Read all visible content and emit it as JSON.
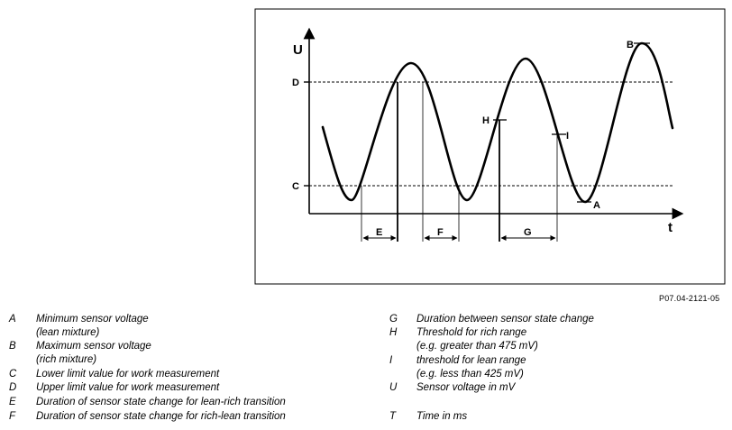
{
  "diagram": {
    "axis_labels": {
      "vertical": "U",
      "horizontal": "t"
    },
    "level_labels": {
      "upper": "D",
      "lower": "C"
    },
    "point_labels": {
      "minimum": "A",
      "maximum": "B",
      "rich_threshold": "H",
      "lean_threshold": "I"
    },
    "interval_labels": {
      "lean_rich": "E",
      "rich_lean": "F",
      "between_changes": "G"
    }
  },
  "reference_code": "P07.04-2121-05",
  "legend": {
    "left": [
      {
        "key": "A",
        "line1": "Minimum sensor voltage",
        "line2": "(lean mixture)"
      },
      {
        "key": "B",
        "line1": "Maximum sensor voltage",
        "line2": "(rich mixture)"
      },
      {
        "key": "C",
        "line1": "Lower limit value for work measurement",
        "line2": ""
      },
      {
        "key": "D",
        "line1": "Upper limit value for work measurement",
        "line2": ""
      },
      {
        "key": "E",
        "line1": "Duration of sensor state change for lean-rich transition",
        "line2": ""
      },
      {
        "key": "F",
        "line1": "Duration of sensor state change for rich-lean transition",
        "line2": ""
      }
    ],
    "right": [
      {
        "key": "G",
        "line1": "Duration between sensor state change",
        "line2": ""
      },
      {
        "key": "H",
        "line1": "Threshold for rich range",
        "line2": "(e.g. greater than 475 mV)"
      },
      {
        "key": "I",
        "line1": "threshold for lean range",
        "line2": "(e.g. less than 425 mV)"
      },
      {
        "key": "U",
        "line1": "Sensor voltage in mV",
        "line2": ""
      },
      {
        "key": "T",
        "line1": "Time in ms",
        "line2": ""
      }
    ]
  }
}
